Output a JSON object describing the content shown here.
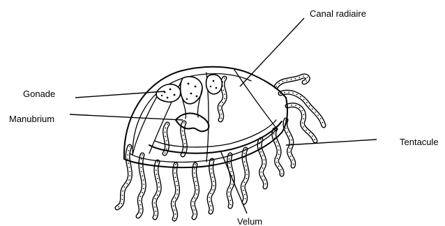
{
  "labels": {
    "canal_radiaire": "Canal radiaire",
    "gonade": "Gonade",
    "manubrium": "Manubrium",
    "tentacule": "Tentacule",
    "velum": "Velum"
  }
}
